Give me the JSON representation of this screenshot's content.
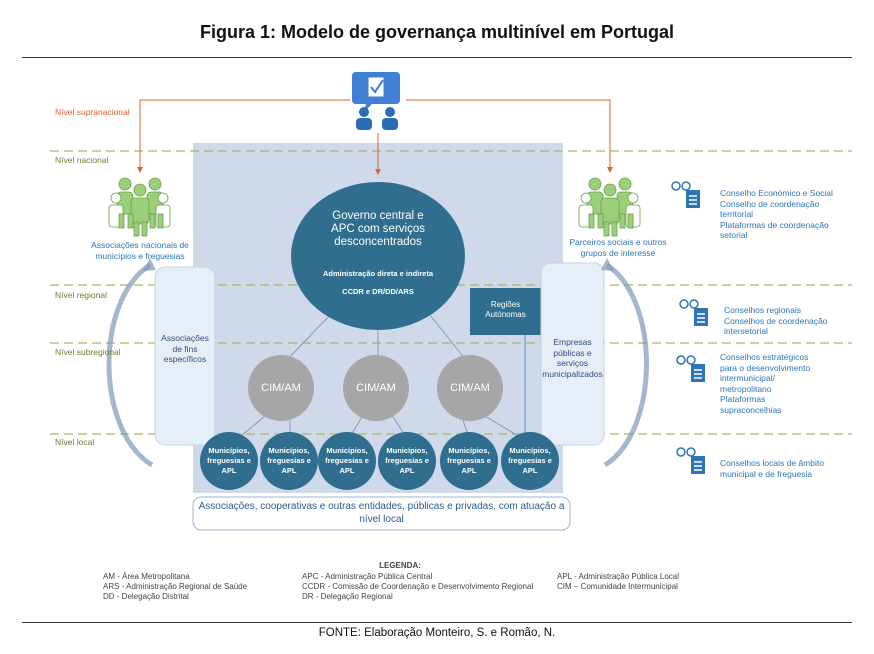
{
  "title": "Figura 1: Modelo de governança multinível em Portugal",
  "levels": {
    "supranational": "Nível supranacional",
    "national": "Nível nacional",
    "regional": "Nível regional",
    "subregional": "Nível subregional",
    "local": "Nível local"
  },
  "left_group_label": "Associações nacionais de municípios e freguesias",
  "right_group_label": "Parceiros sociais e outros grupos de interesse",
  "central": {
    "title": "Governo central e APC com serviços desconcentrados",
    "sub1": "Administração direta e indireta",
    "sub2": "CCDR e DR/DD/ARS"
  },
  "regioes": "Regiões Autónomas",
  "assoc_fins": "Associações de fins específicos",
  "empresas": "Empresas públicas e serviços municipalizados",
  "cim": [
    "CIM/AM",
    "CIM/AM",
    "CIM/AM"
  ],
  "municipios": [
    "Municípios, freguesias e APL",
    "Municípios, freguesias e APL",
    "Municípios, freguesias e APL",
    "Municípios, freguesias e APL",
    "Municípios, freguesias e APL",
    "Municípios, freguesias e APL"
  ],
  "bottom_box": "Associações, cooperativas e outras entidades, públicas e privadas, com atuação a nível local",
  "councils": {
    "national": "Conselho Económico e Social\nConselho de coordenação territorial\nPlataformas de coordenação setorial",
    "regional": "Conselhos regionais\nConselhos de coordenação intersetorial",
    "subregional": "Conselhos estratégicos para o desenvolvimento intermunicipal/ metropolitano\nPlataformas supraconcelhias",
    "local": "Conselhos locais de âmbito municipal e de freguesia"
  },
  "legend": {
    "title": "LEGENDA:",
    "col1": [
      "AM - Área Metropolitana",
      "ARS - Administração Regional de Saúde",
      "DD - Delegação Distrital"
    ],
    "col2": [
      "APC - Administração Pública Central",
      "CCDR - Comissão de Coordenação e Desenvolvimento Regional",
      "DR - Delegação Regional"
    ],
    "col3": [
      "APL - Administração Pública Local",
      "CIM – Comunidade Intermunicipal"
    ]
  },
  "footer": "FONTE: Elaboração Monteiro, S. e Romão, N.",
  "colors": {
    "central_ellipse": "#2f6e8f",
    "panel": "#cfd9ea",
    "cim": "#a6a6a6",
    "municipio": "#2f6e8f",
    "level_line": "#a9b75a",
    "supra_arrow": "#e0632a",
    "icon_green": "#9ccf7a",
    "icon_blue": "#4a86c8"
  }
}
